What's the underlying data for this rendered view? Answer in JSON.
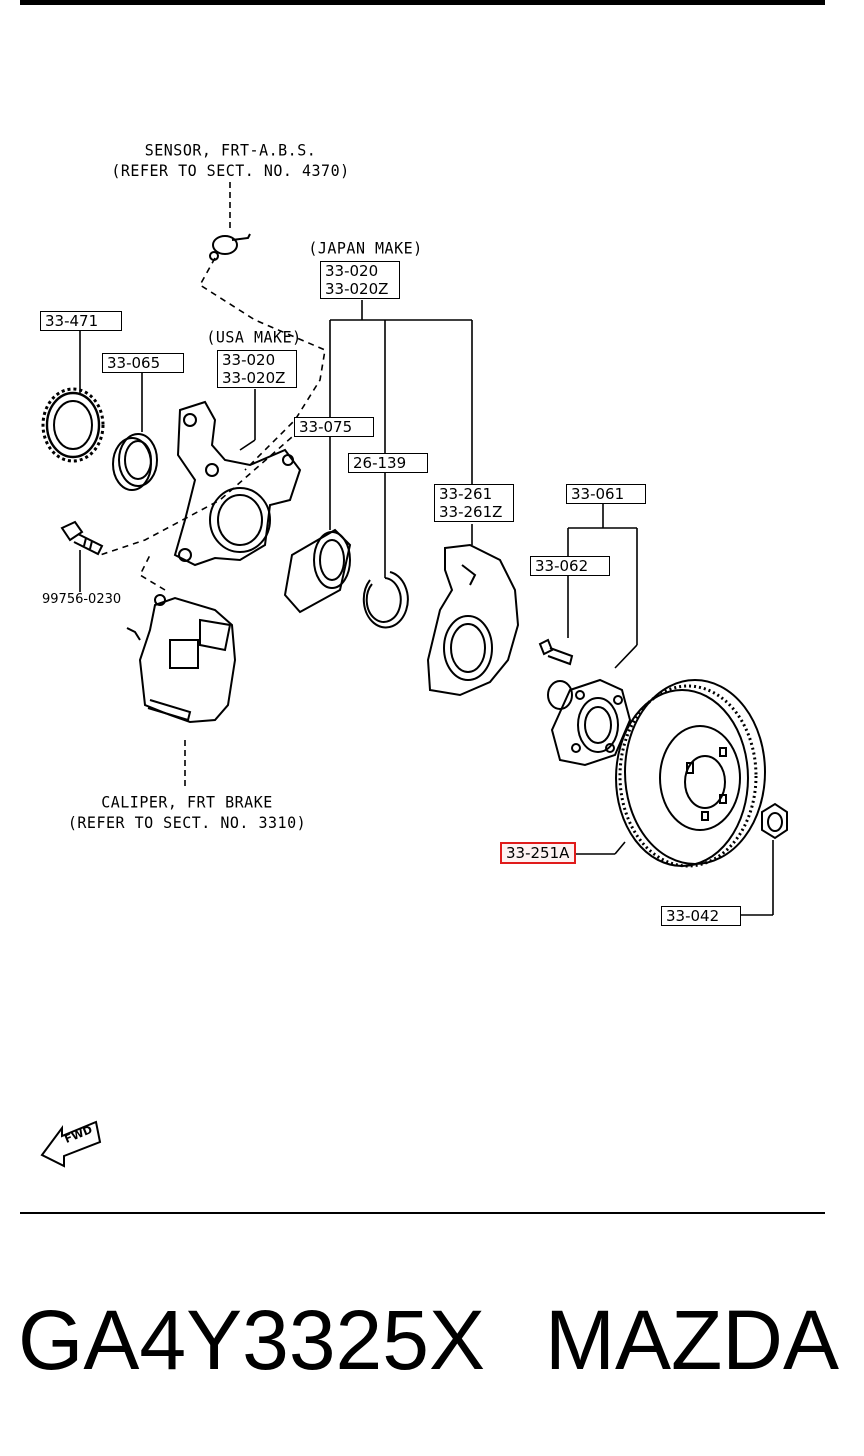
{
  "notes": {
    "sensor": "SENSOR, FRT-A.B.S.\n(REFER TO SECT. NO. 4370)",
    "japan": "(JAPAN MAKE)",
    "usa": "(USA MAKE)",
    "caliper": "CALIPER, FRT BRAKE\n(REFER TO SECT. NO. 3310)"
  },
  "callouts": {
    "p33_471": "33-471",
    "p33_065": "33-065",
    "p33_020_usa": [
      "33-020",
      "33-020Z"
    ],
    "p33_020_japan": [
      "33-020",
      "33-020Z"
    ],
    "p33_075": "33-075",
    "p26_139": "26-139",
    "p33_261": [
      "33-261",
      "33-261Z"
    ],
    "p33_061": "33-061",
    "p33_062": "33-062",
    "p33_251a": "33-251A",
    "p33_042": "33-042",
    "p99756": "99756-0230"
  },
  "fwd_label": "FWD",
  "footer": {
    "part_number": "GA4Y3325X",
    "brand": "MAZDA"
  },
  "colors": {
    "ink": "#000000",
    "highlight": "#e01b1b"
  }
}
